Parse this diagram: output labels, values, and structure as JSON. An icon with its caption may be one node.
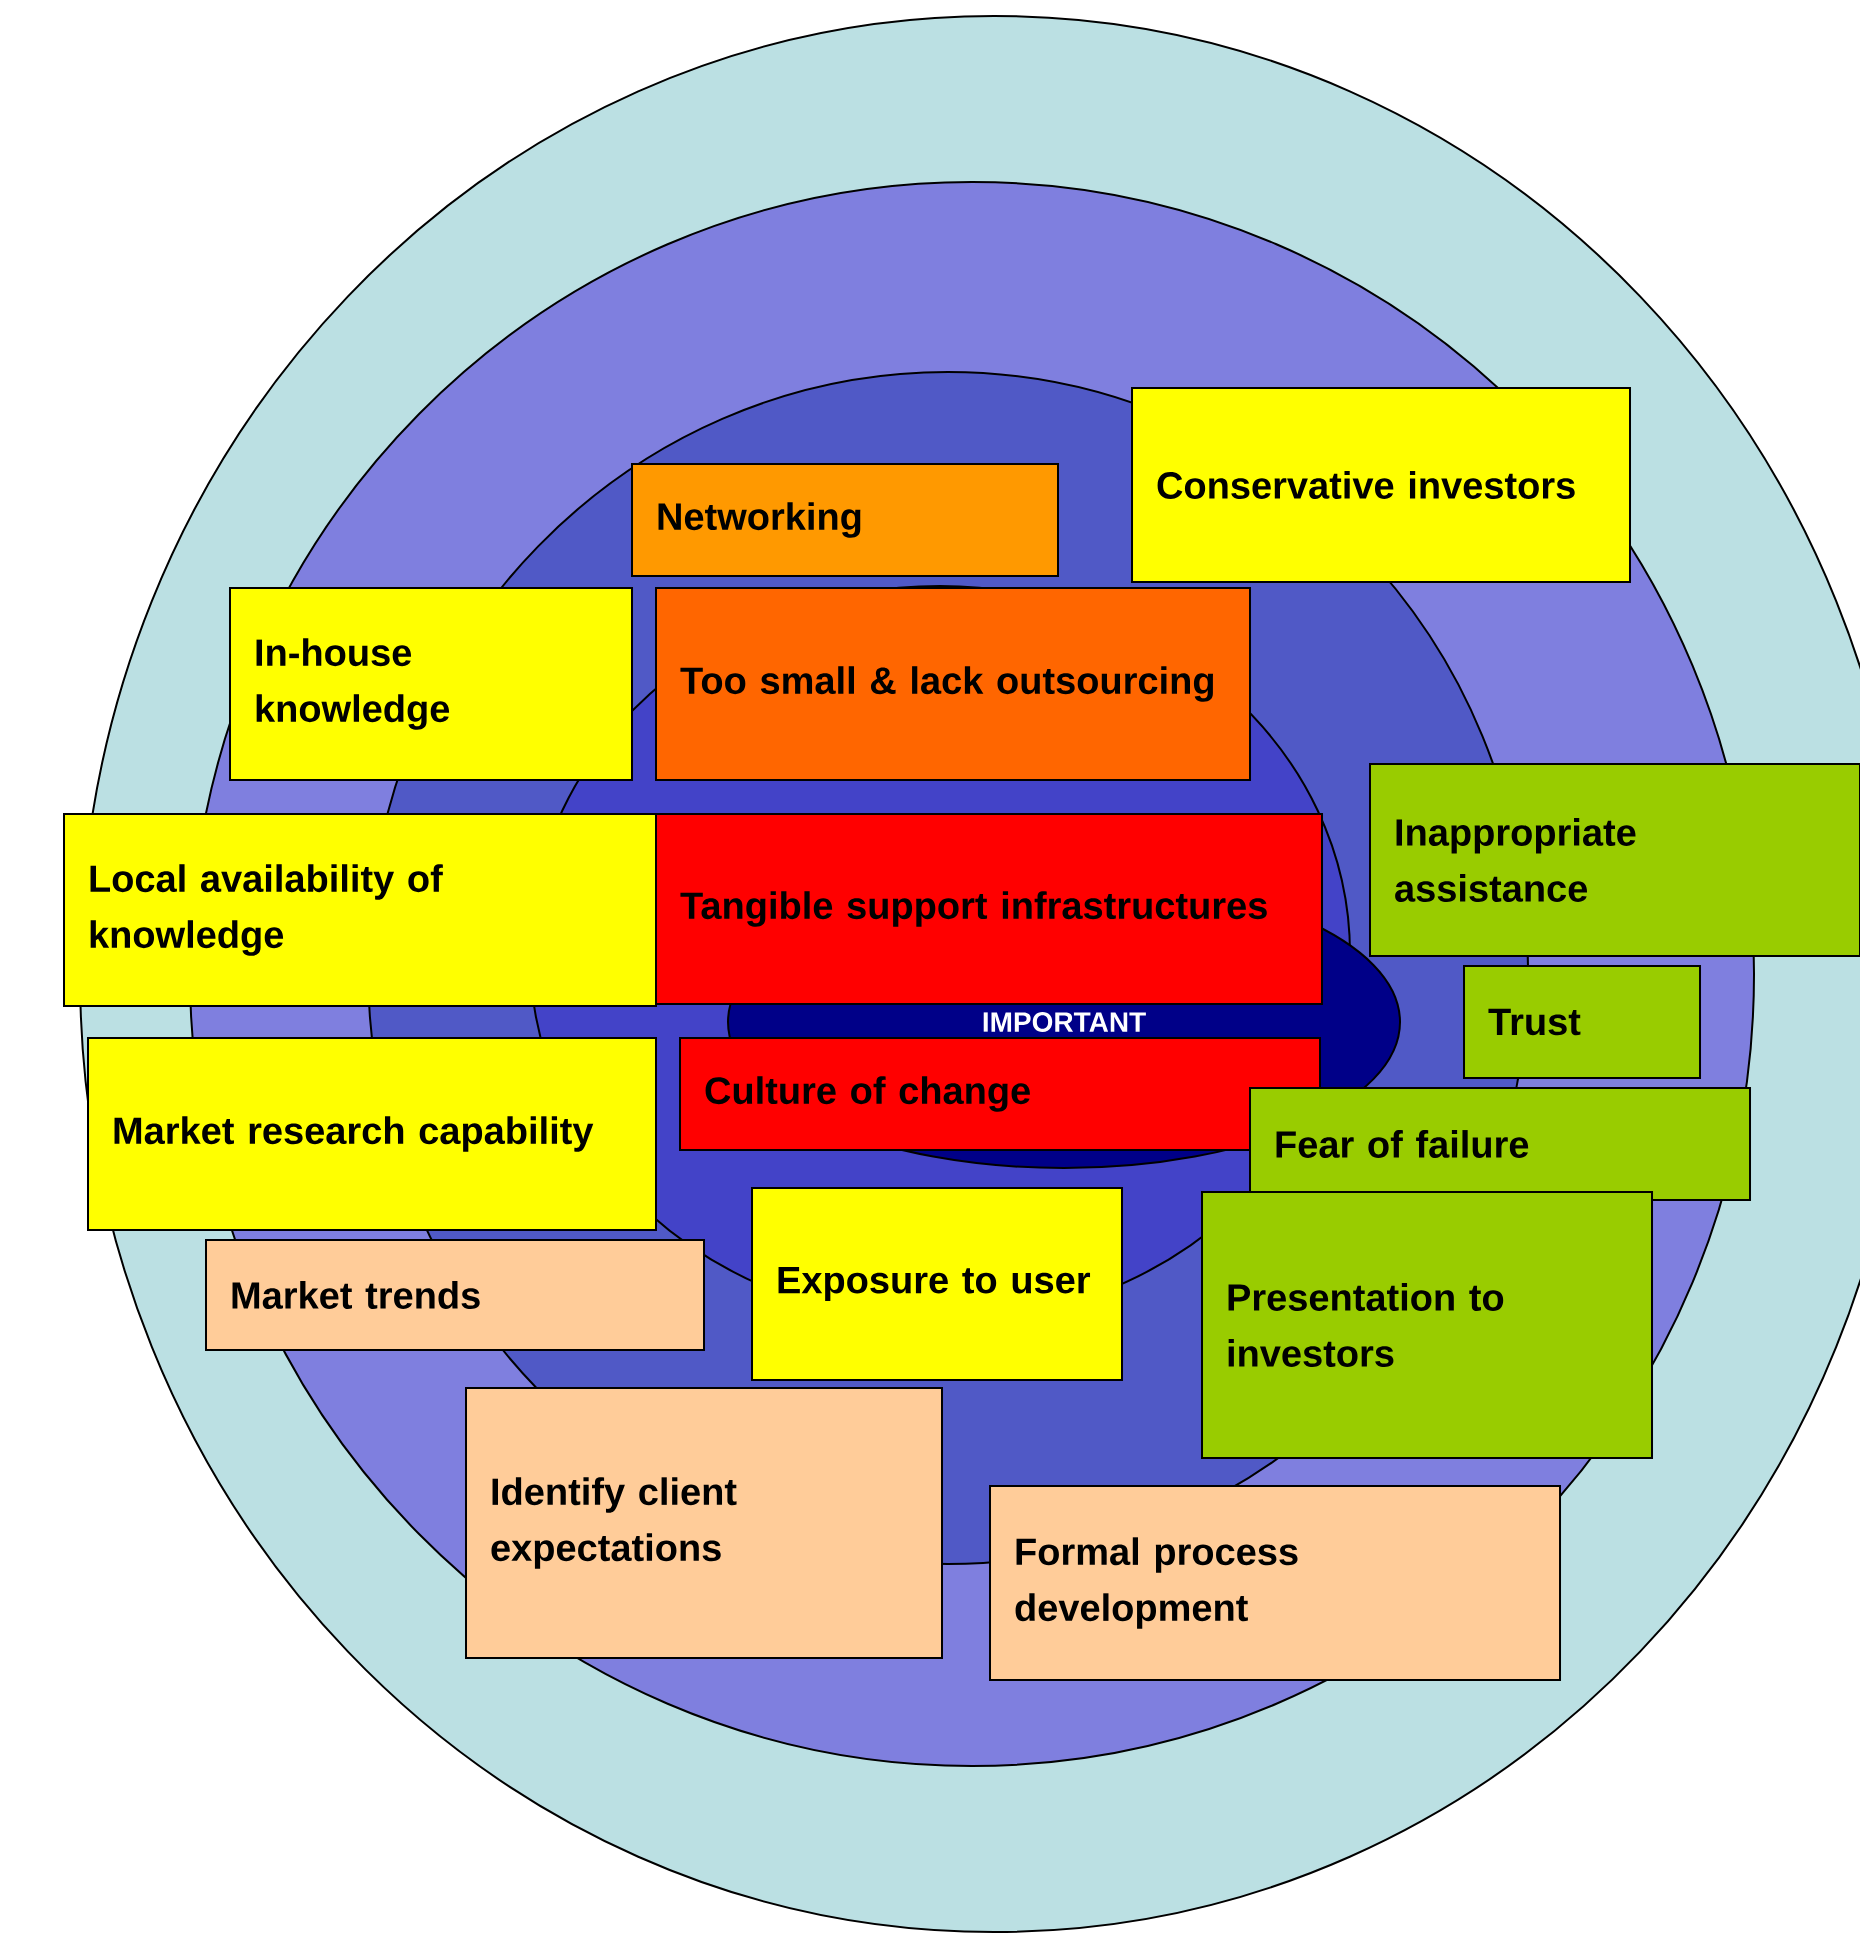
{
  "diagram": {
    "nodes": [
      {
        "text": [
          "IMPORTANT"
        ]
      },
      {
        "text": [
          "Conservative investors"
        ]
      },
      {
        "text": [
          "Networking"
        ]
      },
      {
        "text": [
          "In-house knowledge"
        ]
      },
      {
        "text": [
          "Too small & lack outsourcing"
        ]
      },
      {
        "text": [
          "Inappropriate assistance"
        ]
      },
      {
        "text": [
          "Local availability of knowledge"
        ]
      },
      {
        "text": [
          "Tangible support infrastructures"
        ]
      },
      {
        "text": [
          "Trust"
        ]
      },
      {
        "text": [
          "Market research capability"
        ]
      },
      {
        "text": [
          "Culture of change"
        ]
      },
      {
        "text": [
          "Fear of failure"
        ]
      },
      {
        "text": [
          "Exposure to user"
        ]
      },
      {
        "text": [
          "Presentation to investors"
        ]
      },
      {
        "text": [
          "Market trends"
        ]
      },
      {
        "text": [
          "Identify client expectations"
        ]
      },
      {
        "text": [
          "Formal process development"
        ]
      }
    ]
  }
}
